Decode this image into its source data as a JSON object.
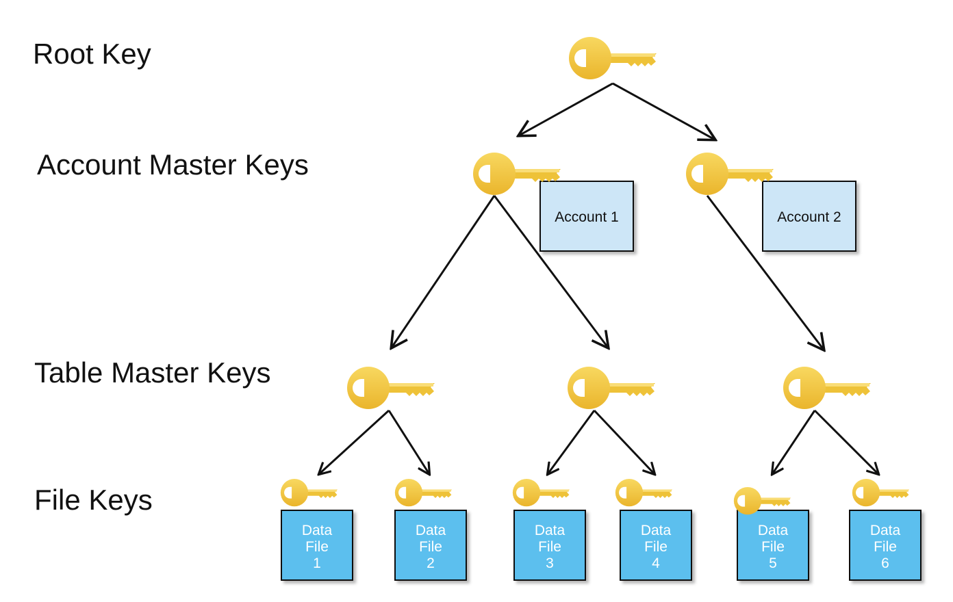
{
  "levels": {
    "root": "Root Key",
    "account": "Account Master Keys",
    "table": "Table Master Keys",
    "file": "File Keys"
  },
  "accounts": [
    "Account 1",
    "Account 2"
  ],
  "data_files": [
    [
      "Data",
      "File",
      "1"
    ],
    [
      "Data",
      "File",
      "2"
    ],
    [
      "Data",
      "File",
      "3"
    ],
    [
      "Data",
      "File",
      "4"
    ],
    [
      "Data",
      "File",
      "5"
    ],
    [
      "Data",
      "File",
      "6"
    ]
  ],
  "colors": {
    "key": "#f4c842",
    "account_box": "#cde6f7",
    "data_file_box": "#5bbfee",
    "arrow": "#111111"
  }
}
